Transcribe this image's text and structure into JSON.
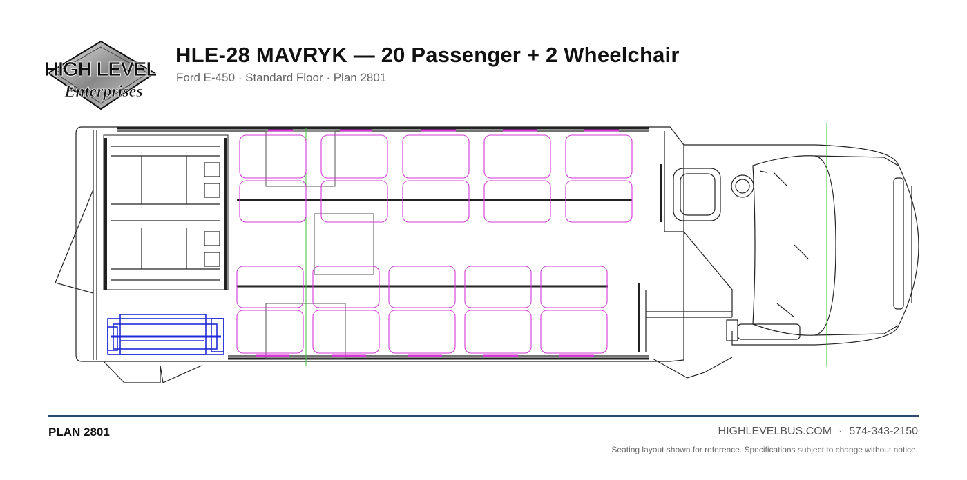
{
  "header": {
    "title": "HLE-28 MAVRYK — 20 Passenger + 2 Wheelchair",
    "subtitle": "Ford E-450 · Standard Floor · Plan 2801"
  },
  "logo": {
    "line1": "HIGH LEVEL",
    "line2": "Enterprises"
  },
  "footer": {
    "plan_label": "PLAN 2801",
    "website": "HIGHLEVELBUS.COM",
    "separator": "·",
    "phone": "574-343-2150",
    "disclaimer": "Seating layout shown for reference. Specifications subject to change without notice."
  },
  "colors": {
    "seat_outline": "#d23ad6",
    "wheelchair_lift": "#1f2ad8",
    "centerline": "#3fbf3f",
    "linework": "#222222",
    "rule": "#2a4a6e"
  },
  "icons": [
    "diamond-logo",
    "wheelchair-lift",
    "passenger-seat",
    "driver-seat",
    "steering-wheel"
  ]
}
